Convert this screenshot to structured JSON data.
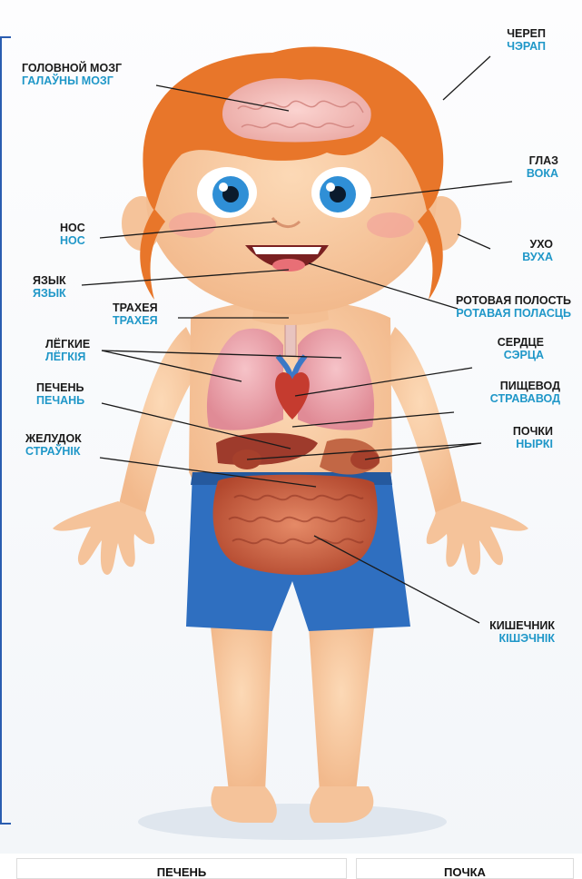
{
  "labels": {
    "skull": {
      "ru": "ЧЕРЕП",
      "by": "ЧЭРАП"
    },
    "brain": {
      "ru": "ГОЛОВНОЙ МОЗГ",
      "by": "ГАЛАЎНЫ МОЗГ"
    },
    "eye": {
      "ru": "ГЛАЗ",
      "by": "ВОКА"
    },
    "nose": {
      "ru": "НОС",
      "by": "НОС"
    },
    "ear": {
      "ru": "УХО",
      "by": "ВУХА"
    },
    "tongue": {
      "ru": "ЯЗЫК",
      "by": "ЯЗЫК"
    },
    "mouth": {
      "ru": "РОТОВАЯ ПОЛОСТЬ",
      "by": "РОТАВАЯ ПОЛАСЦЬ"
    },
    "trachea": {
      "ru": "ТРАХЕЯ",
      "by": "ТРАХЕЯ"
    },
    "lungs": {
      "ru": "ЛЁГКИЕ",
      "by": "ЛЁГКІЯ"
    },
    "heart": {
      "ru": "СЕРДЦЕ",
      "by": "СЭРЦА"
    },
    "liver": {
      "ru": "ПЕЧЕНЬ",
      "by": "ПЕЧАНЬ"
    },
    "esophagus": {
      "ru": "ПИЩЕВОД",
      "by": "СТРАВАВОД"
    },
    "kidneys": {
      "ru": "ПОЧКИ",
      "by": "НЫРКІ"
    },
    "stomach": {
      "ru": "ЖЕЛУДОК",
      "by": "СТРАЎНІК"
    },
    "intestine": {
      "ru": "КИШЕЧНИК",
      "by": "КІШЭЧНІК"
    }
  },
  "tiles": {
    "left": "ПЕЧЕНЬ",
    "right": "ПОЧКА"
  },
  "colors": {
    "russian_text": "#1a1a1a",
    "belarusian_text": "#1f97c8",
    "skin": "#f7c9a0",
    "hair": "#e8762a",
    "shorts": "#2f6fc0"
  }
}
